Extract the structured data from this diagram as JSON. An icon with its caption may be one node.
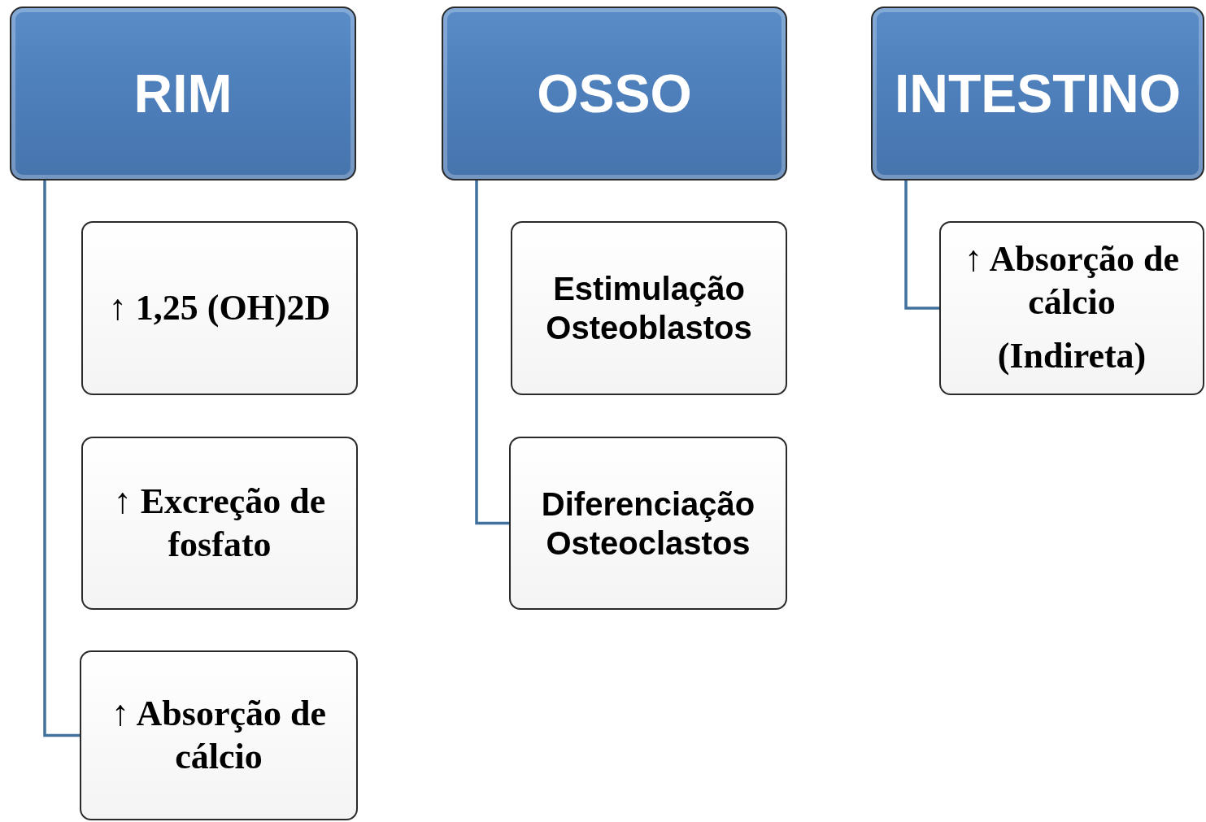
{
  "diagram": {
    "nodes": [
      {
        "text": [
          "RIM"
        ]
      },
      {
        "text": [
          "↑ 1,25 (OH)2D"
        ]
      },
      {
        "text": [
          "↑ Excreção de fosfato"
        ]
      },
      {
        "text": [
          "↑ Absorção de cálcio"
        ]
      },
      {
        "text": [
          "OSSO"
        ]
      },
      {
        "text": [
          "Estimulação Osteoblastos"
        ]
      },
      {
        "text": [
          "Diferenciação Osteoclastos"
        ]
      },
      {
        "text": [
          "INTESTINO"
        ]
      },
      {
        "text": [
          "↑ Absorção de cálcio",
          "(Indireta)"
        ]
      }
    ],
    "edges": [
      {
        "from": 0,
        "to": 3,
        "arrow": "none"
      },
      {
        "from": 4,
        "to": 6,
        "arrow": "none"
      },
      {
        "from": 7,
        "to": 8,
        "arrow": "none"
      }
    ]
  }
}
